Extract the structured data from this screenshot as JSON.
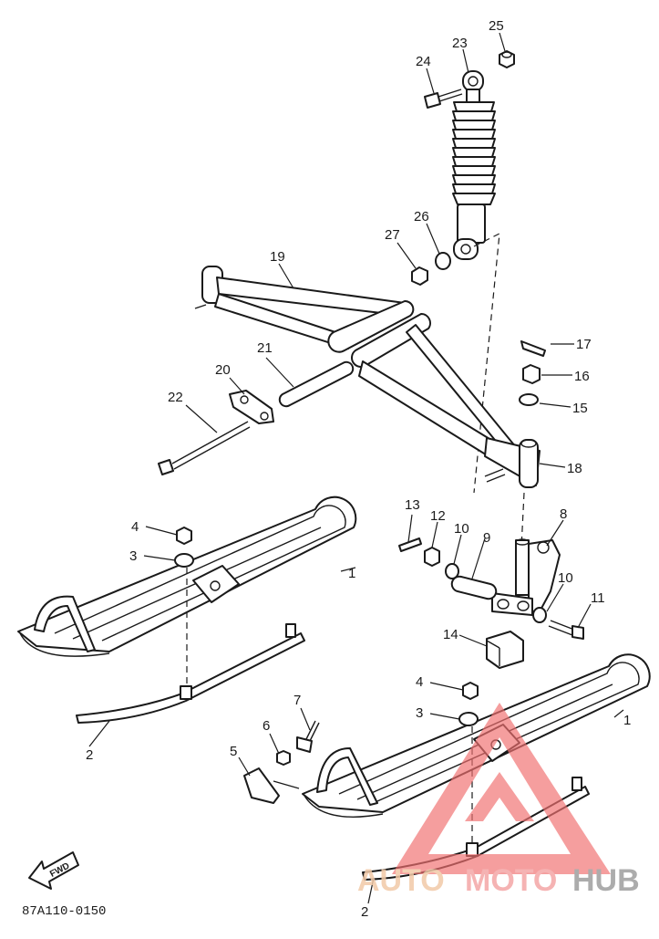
{
  "diagram": {
    "callouts": [
      {
        "id": "c1a",
        "text": "1"
      },
      {
        "id": "c1b",
        "text": "1"
      },
      {
        "id": "c2a",
        "text": "2"
      },
      {
        "id": "c2b",
        "text": "2"
      },
      {
        "id": "c3a",
        "text": "3"
      },
      {
        "id": "c3b",
        "text": "3"
      },
      {
        "id": "c4a",
        "text": "4"
      },
      {
        "id": "c4b",
        "text": "4"
      },
      {
        "id": "c5",
        "text": "5"
      },
      {
        "id": "c6",
        "text": "6"
      },
      {
        "id": "c7",
        "text": "7"
      },
      {
        "id": "c8",
        "text": "8"
      },
      {
        "id": "c9",
        "text": "9"
      },
      {
        "id": "c10a",
        "text": "10"
      },
      {
        "id": "c10b",
        "text": "10"
      },
      {
        "id": "c11",
        "text": "11"
      },
      {
        "id": "c12",
        "text": "12"
      },
      {
        "id": "c13",
        "text": "13"
      },
      {
        "id": "c14",
        "text": "14"
      },
      {
        "id": "c15",
        "text": "15"
      },
      {
        "id": "c16",
        "text": "16"
      },
      {
        "id": "c17",
        "text": "17"
      },
      {
        "id": "c18",
        "text": "18"
      },
      {
        "id": "c19",
        "text": "19"
      },
      {
        "id": "c20",
        "text": "20"
      },
      {
        "id": "c21",
        "text": "21"
      },
      {
        "id": "c22",
        "text": "22"
      },
      {
        "id": "c23",
        "text": "23"
      },
      {
        "id": "c24",
        "text": "24"
      },
      {
        "id": "c25",
        "text": "25"
      },
      {
        "id": "c26",
        "text": "26"
      },
      {
        "id": "c27",
        "text": "27"
      }
    ],
    "fwd_label": "FWD",
    "drawing_code": "87A110-0150"
  },
  "watermark": {
    "part1": "AUTO",
    "part2": "MOTO",
    "part3": "HUB",
    "colors": {
      "auto": "#f2c9a8",
      "moto": "#f4a6a6",
      "hub": "#9e9e9e",
      "triangle": "#f07070"
    }
  }
}
